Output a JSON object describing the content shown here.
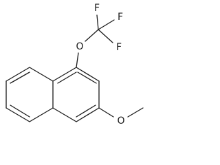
{
  "molecule": {
    "atom_labels": {
      "fluorine_top": "F",
      "fluorine_right_top": "F",
      "fluorine_right_bottom": "F",
      "oxygen_ether_top": "O",
      "oxygen_ether_bottom": "O"
    }
  }
}
